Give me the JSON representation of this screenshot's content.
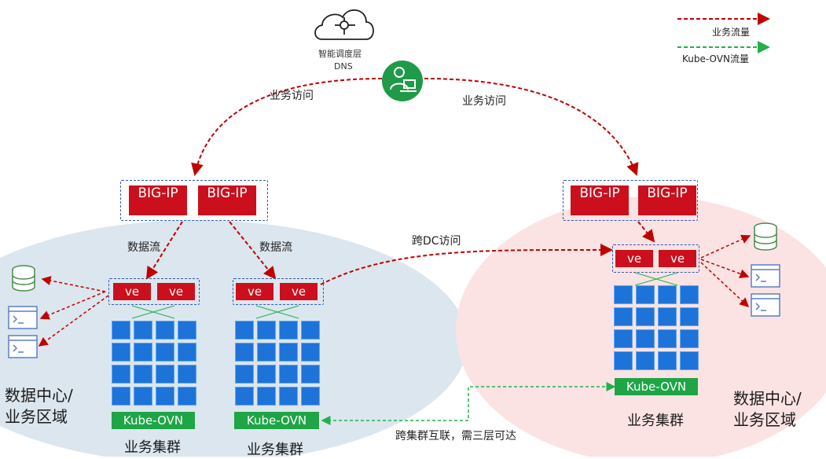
{
  "dns": {
    "name": "智能调度层",
    "sub": "DNS"
  },
  "legend": {
    "business": "业务流量",
    "kube": "Kube-OVN流量"
  },
  "flows": {
    "access_left": "业务访问",
    "access_right": "业务访问",
    "dataflow_1": "数据流",
    "dataflow_2": "数据流",
    "cross_dc": "跨DC访问",
    "cross_cluster": "跨集群互联，需三层可达"
  },
  "bigip_label": "BIG-IP",
  "ve_label": "ve",
  "kube_label": "Kube-OVN",
  "cluster_label": "业务集群",
  "dc_left": [
    "数据中心/",
    "业务区域"
  ],
  "dc_right": [
    "数据中心/",
    "业务区域"
  ],
  "colors": {
    "red": "#cc0f1d",
    "green": "#1da546",
    "blue": "#1e73d8",
    "arrow_red": "#c00000",
    "arrow_green": "#22b04b"
  }
}
